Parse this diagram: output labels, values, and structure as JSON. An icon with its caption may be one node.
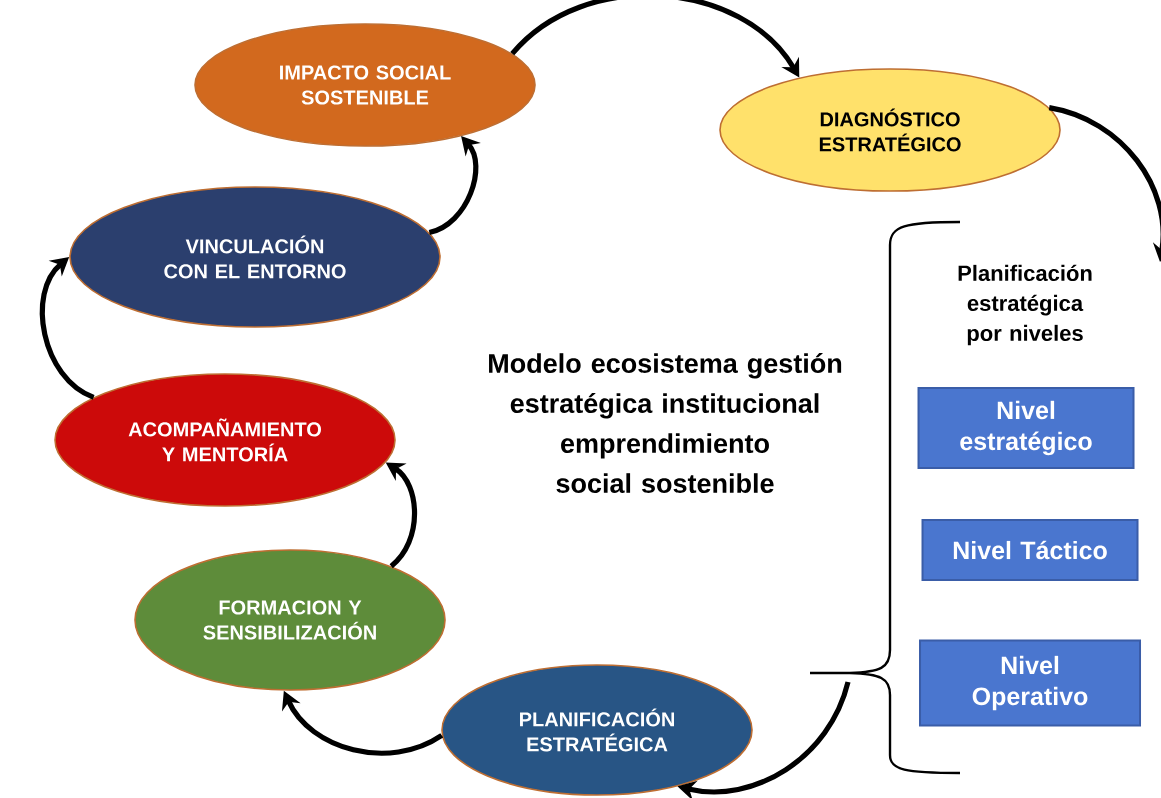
{
  "diagram": {
    "title": "Modelo ecosistema gestión estratégica institucional emprendimiento social sostenible",
    "nodes": [
      {
        "text": [
          "IMPACTO SOCIAL SOSTENIBLE"
        ]
      },
      {
        "text": [
          "DIAGNÓSTICO ESTRATÉGICO"
        ]
      },
      {
        "text": [
          "VINCULACIÓN CON EL ENTORNO"
        ]
      },
      {
        "text": [
          "ACOMPAÑAMIENTO Y MENTORÍA"
        ]
      },
      {
        "text": [
          "FORMACION Y SENSIBILIZACIÓN"
        ]
      },
      {
        "text": [
          "PLANIFICACIÓN ESTRATÉGICA"
        ]
      },
      {
        "text": [
          "Nivel estratégico"
        ]
      },
      {
        "text": [
          "Nivel Táctico"
        ]
      },
      {
        "text": [
          "Nivel Operativo"
        ]
      }
    ],
    "edges": [
      {
        "from": 0,
        "to": 1,
        "arrow": "to"
      },
      {
        "from": 1,
        "to": null,
        "arrow": "to"
      },
      {
        "from": null,
        "to": 5,
        "arrow": "to"
      },
      {
        "from": 5,
        "to": 4,
        "arrow": "to"
      },
      {
        "from": 4,
        "to": 3,
        "arrow": "to"
      },
      {
        "from": 3,
        "to": 2,
        "arrow": "to"
      },
      {
        "from": 2,
        "to": 0,
        "arrow": "to"
      }
    ],
    "labels": [
      "Planificación estratégica por niveles"
    ]
  }
}
